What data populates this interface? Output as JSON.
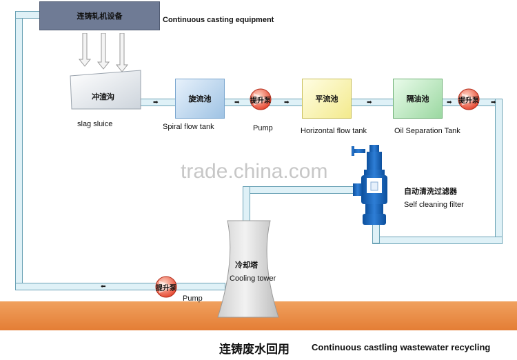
{
  "equipment": {
    "zh": "连铸轧机设备",
    "en": "Continuous casting equipment"
  },
  "sluice": {
    "zh": "冲渣沟",
    "en": "slag sluice"
  },
  "spiral_tank": {
    "zh": "旋流池",
    "en": "Spiral flow tank"
  },
  "pump1": {
    "zh": "提升泵",
    "en": "Pump"
  },
  "horizontal_tank": {
    "zh": "平流池",
    "en": "Horizontal flow tank"
  },
  "oil_tank": {
    "zh": "隔油池",
    "en": "Oil Separation Tank"
  },
  "pump2": {
    "zh": "提升泵"
  },
  "filter": {
    "zh": "自动清洗过滤器",
    "en": "Self cleaning filter"
  },
  "cooling_tower": {
    "zh": "冷却塔",
    "en": "Cooling tower"
  },
  "pump3": {
    "zh": "提升泵",
    "en": "Pump"
  },
  "title": {
    "zh": "连铸废水回用",
    "en": "Continuous castling wastewater recycling"
  },
  "watermark": "trade.china.com",
  "colors": {
    "ground": "#e8893f",
    "pipe": "#dff1f7",
    "tank_blue": "#bcd6ec",
    "tank_yellow": "#fbf6b8",
    "tank_green": "#c6ecc8",
    "pump_red": "#e5412a"
  }
}
